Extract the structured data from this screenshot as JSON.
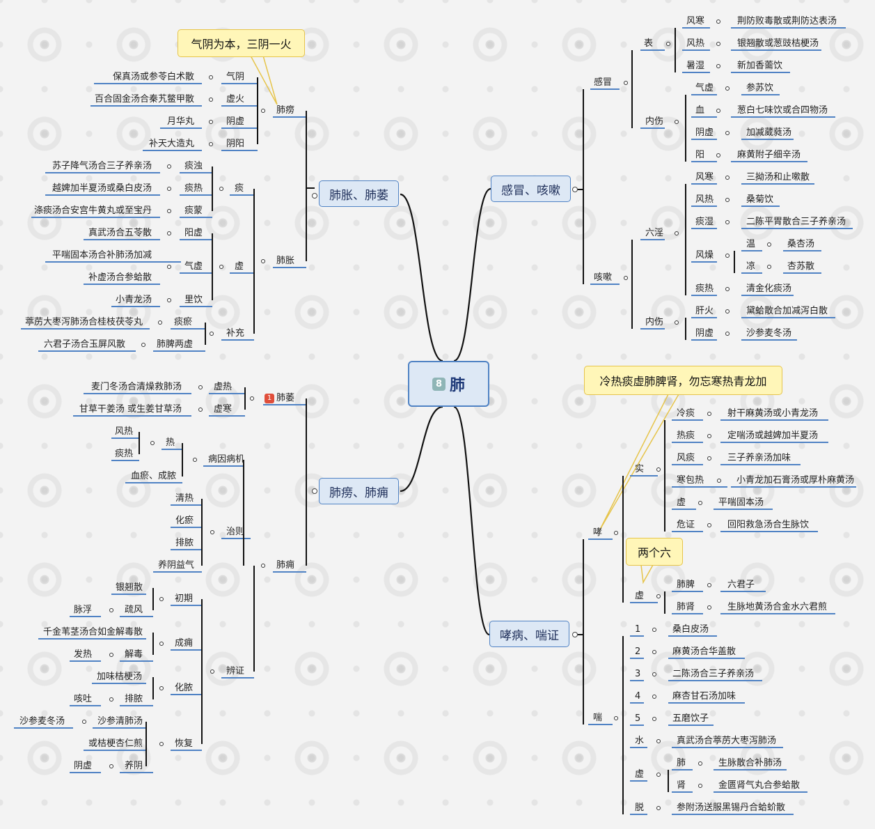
{
  "center": {
    "badge": "8",
    "title": "肺"
  },
  "branches": {
    "feizhang": "肺胀、肺萎",
    "ganmao": "感冒、咳嗽",
    "feiyong": "肺痨、肺痈",
    "xiaobing": "哮病、喘证"
  },
  "notes": {
    "qiyin": "气阴为本，三阴一火",
    "lengre": "冷热痰虚肺脾肾，勿忘寒热青龙加",
    "liangge": "两个六"
  },
  "feiwei_badge": "1",
  "labels": {
    "tl": [
      "保真汤或参苓白术散",
      "气阴",
      "百合固金汤合秦艽鳖甲散",
      "虚火",
      "月华丸",
      "阴虚",
      "补天大造丸",
      "阴阳",
      "肺痨",
      "苏子降气汤合三子养亲汤",
      "痰浊",
      "越婢加半夏汤或桑白皮汤",
      "痰热",
      "涤痰汤合安宫牛黄丸或至宝丹",
      "痰蒙",
      "痰",
      "真武汤合五苓散",
      "阳虚",
      "平喘固本汤合补肺汤加减",
      "补虚汤合参蛤散",
      "气虚",
      "虚",
      "小青龙汤",
      "里饮",
      "葶苈大枣泻肺汤合桂枝茯苓丸",
      "痰瘀",
      "六君子汤合玉屏风散",
      "肺脾两虚",
      "补充",
      "肺胀"
    ],
    "bl": [
      "麦门冬汤合清燥救肺汤",
      "虚热",
      "甘草干姜汤 或生姜甘草汤",
      "虚寒",
      "肺萎",
      "风热",
      "痰热",
      "热",
      "血瘀、成脓",
      "病因病机",
      "清热",
      "化瘀",
      "排脓",
      "养阴益气",
      "治则",
      "银翘散",
      "脉浮",
      "疏风",
      "初期",
      "千金苇茎汤合如金解毒散",
      "发热",
      "解毒",
      "成痈",
      "加味桔梗汤",
      "咳吐",
      "排脓",
      "化脓",
      "沙参麦冬汤",
      "沙参清肺汤",
      "或桔梗杏仁煎",
      "阴虚",
      "养阴",
      "恢复",
      "辨证",
      "肺痈"
    ],
    "tr": [
      "表",
      "风寒",
      "荆防败毒散或荆防达表汤",
      "风热",
      "银翘散或葱豉桔梗汤",
      "暑湿",
      "新加香薷饮",
      "感冒",
      "内伤",
      "气虚",
      "参苏饮",
      "血",
      "葱白七味饮或合四物汤",
      "阴虚",
      "加减葳蕤汤",
      "阳",
      "麻黄附子细辛汤",
      "六淫",
      "风寒",
      "三拗汤和止嗽散",
      "风热",
      "桑菊饮",
      "痰湿",
      "二陈平胃散合三子养亲汤",
      "风燥",
      "温",
      "桑杏汤",
      "凉",
      "杏苏散",
      "痰热",
      "清金化痰汤",
      "咳嗽",
      "内伤",
      "肝火",
      "黛蛤散合加减泻白散",
      "阴虚",
      "沙参麦冬汤"
    ],
    "br": [
      "冷痰",
      "射干麻黄汤或小青龙汤",
      "热痰",
      "定喘汤或越婢加半夏汤",
      "风痰",
      "三子养亲汤加味",
      "寒包热",
      "小青龙加石膏汤或厚朴麻黄汤",
      "虚",
      "平喘固本汤",
      "危证",
      "回阳救急汤合生脉饮",
      "实",
      "哮",
      "虚",
      "肺脾",
      "六君子",
      "肺肾",
      "生脉地黄汤合金水六君煎",
      "1",
      "桑白皮汤",
      "2",
      "麻黄汤合华盖散",
      "3",
      "二陈汤合三子养亲汤",
      "4",
      "麻杏甘石汤加味",
      "5",
      "五磨饮子",
      "水",
      "真武汤合葶苈大枣泻肺汤",
      "虚",
      "肺",
      "生脉散合补肺汤",
      "肾",
      "金匮肾气丸合参蛤散",
      "脱",
      "参附汤送服黑锡丹合蛤蚧散",
      "喘"
    ]
  }
}
